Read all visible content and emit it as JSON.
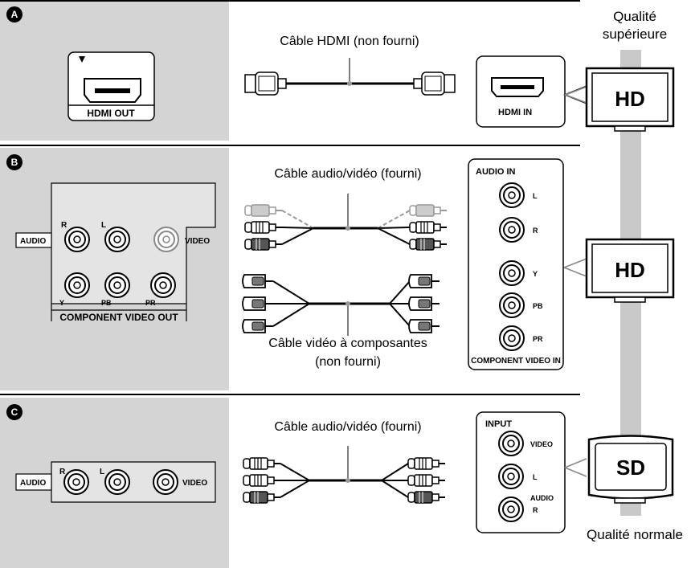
{
  "badges": {
    "a": "A",
    "b": "B",
    "c": "C"
  },
  "quality": {
    "top": "Qualité supérieure",
    "bottom": "Qualité normale"
  },
  "cables": {
    "hdmi": "Câble HDMI (non fourni)",
    "av_b": "Câble audio/vidéo (fourni)",
    "component_line1": "Câble vidéo à composantes",
    "component_line2": "(non fourni)",
    "av_c": "Câble audio/vidéo (fourni)"
  },
  "player": {
    "hdmi_out": "HDMI OUT",
    "audio": "AUDIO",
    "video": "VIDEO",
    "r": "R",
    "l": "L",
    "y": "Y",
    "pb": "PB",
    "pr": "PR",
    "component_video_out": "COMPONENT VIDEO OUT"
  },
  "tv": {
    "hdmi_in": "HDMI IN",
    "audio_in": "AUDIO IN",
    "component_video_in": "COMPONENT VIDEO IN",
    "input": "INPUT",
    "video": "VIDEO",
    "audio": "AUDIO",
    "l": "L",
    "r": "R",
    "y": "Y",
    "pb": "PB",
    "pr": "PR",
    "hd1": "HD",
    "hd2": "HD",
    "sd": "SD"
  },
  "colors": {
    "panel": "#d4d4d4",
    "quality_bar": "#c8c8c8"
  }
}
